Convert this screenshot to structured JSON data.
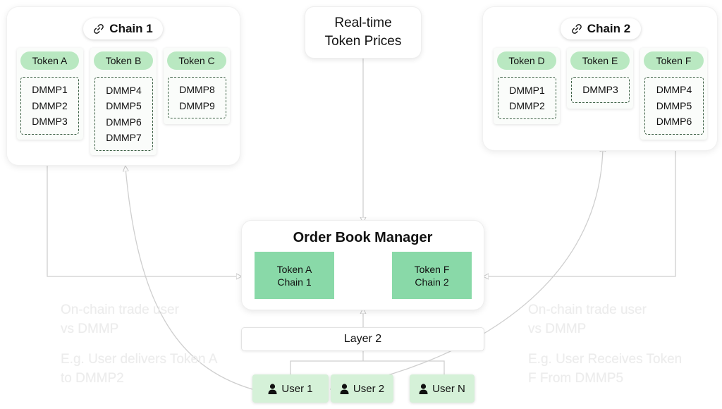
{
  "colors": {
    "token_badge": "#b9e8c1",
    "obm_token": "#89d9a8",
    "user_box": "#d5f1d8",
    "dashed_border": "#3b5f43",
    "connector": "#cfcfcf",
    "note_text": "#ececec"
  },
  "chain1": {
    "label": "Chain 1",
    "icon": "link-icon",
    "tokens": [
      {
        "name": "Token A",
        "dmmps": [
          "DMMP1",
          "DMMP2",
          "DMMP3"
        ]
      },
      {
        "name": "Token B",
        "dmmps": [
          "DMMP4",
          "DMMP5",
          "DMMP6",
          "DMMP7"
        ]
      },
      {
        "name": "Token C",
        "dmmps": [
          "DMMP8",
          "DMMP9"
        ]
      }
    ]
  },
  "chain2": {
    "label": "Chain 2",
    "icon": "link-icon",
    "tokens": [
      {
        "name": "Token D",
        "dmmps": [
          "DMMP1",
          "DMMP2"
        ]
      },
      {
        "name": "Token E",
        "dmmps": [
          "DMMP3"
        ]
      },
      {
        "name": "Token F",
        "dmmps": [
          "DMMP4",
          "DMMP5",
          "DMMP6"
        ]
      }
    ]
  },
  "prices": {
    "line1": "Real-time",
    "line2": "Token Prices"
  },
  "order_book": {
    "title": "Order Book Manager",
    "left": {
      "line1": "Token A",
      "line2": "Chain 1"
    },
    "right": {
      "line1": "Token F",
      "line2": "Chain 2"
    }
  },
  "layer2": {
    "label": "Layer 2"
  },
  "users": [
    {
      "label": "User 1",
      "icon": "user-icon"
    },
    {
      "label": "User 2",
      "icon": "user-icon"
    },
    {
      "label": "User N",
      "icon": "user-icon"
    }
  ],
  "notes": {
    "left": {
      "line1": "On-chain trade user",
      "line2": "vs DMMP",
      "line3": "E.g. User delivers Token A",
      "line4": "to DMMP2"
    },
    "right": {
      "line1": "On-chain trade user",
      "line2": "vs DMMP",
      "line3": "E.g. User Receives Token",
      "line4": "F From DMMP5"
    }
  }
}
